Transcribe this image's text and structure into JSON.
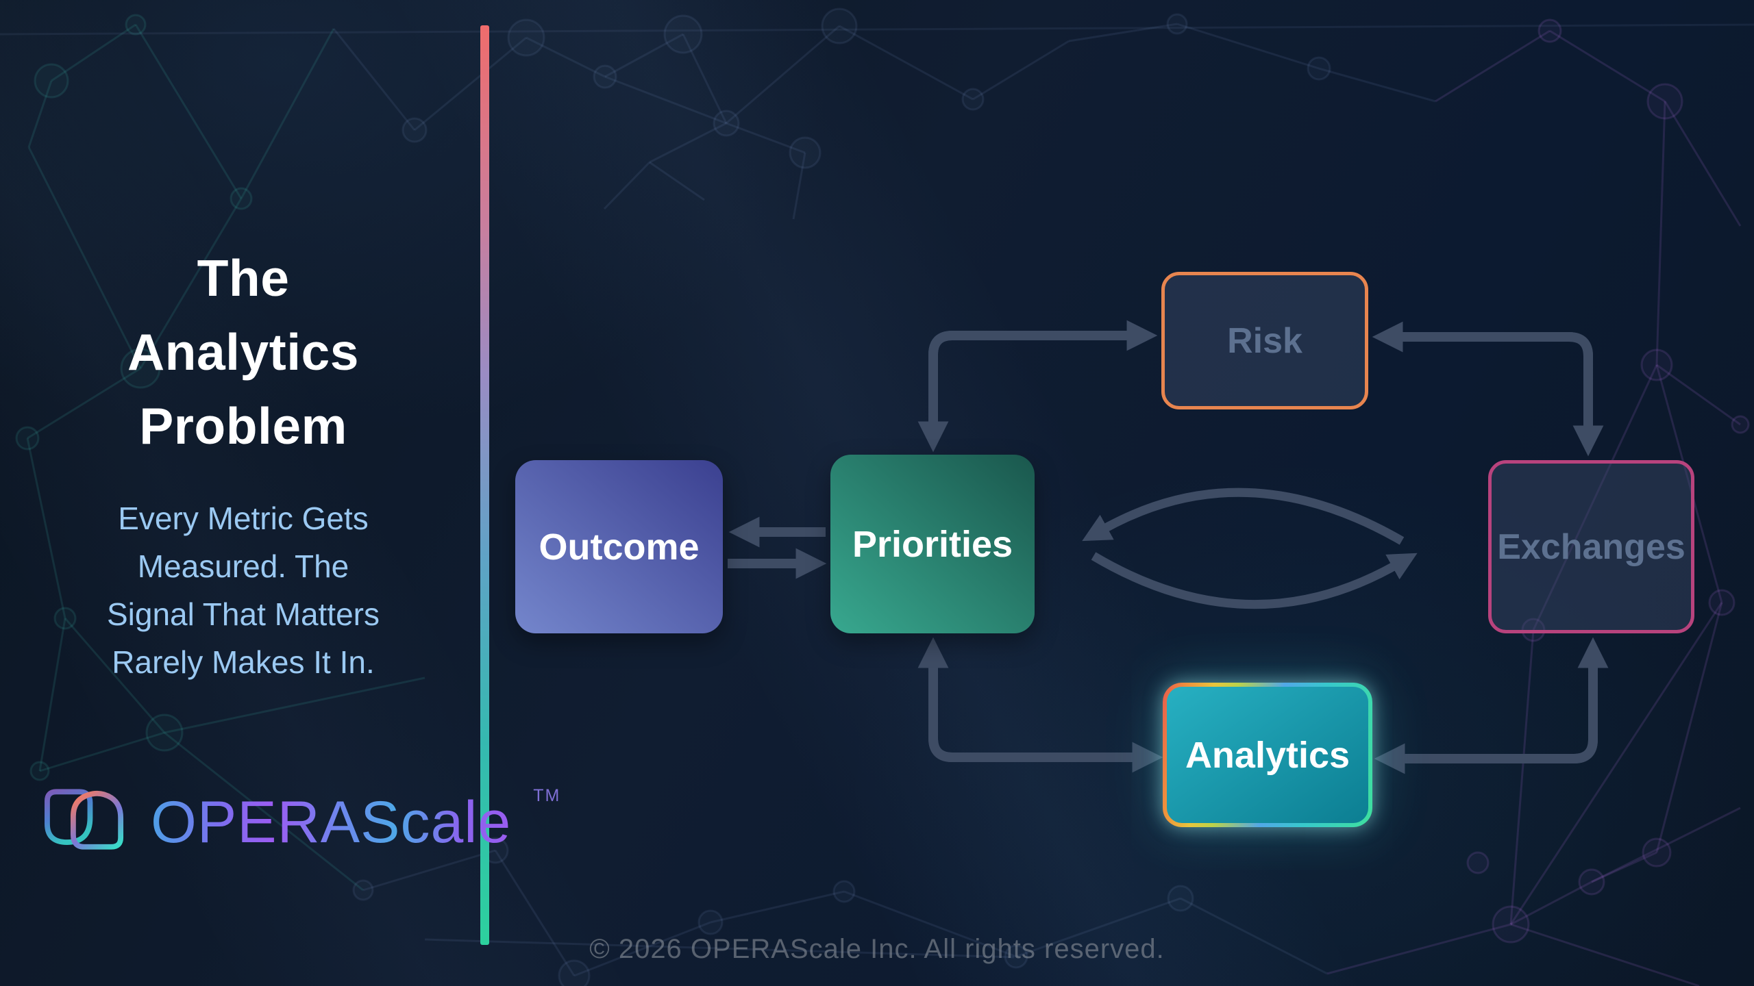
{
  "slide": {
    "panel": {
      "title_lines": [
        "The",
        "Analytics",
        "Problem"
      ],
      "subtitle_lines": [
        "Every Metric Gets",
        "Measured. The",
        "Signal That Matters",
        "Rarely Makes It In."
      ]
    },
    "brand": {
      "wordmark": "OPERAScale",
      "tm": "TM",
      "logo_icon": "interlocking-leaf-rings"
    },
    "footer_text": "© 2026 OPERAScale Inc. All rights reserved."
  },
  "diagram": {
    "nodes": [
      {
        "id": "outcome",
        "label": "Outcome",
        "fill": "indigo-gradient",
        "text_color": "#ffffff"
      },
      {
        "id": "priorities",
        "label": "Priorities",
        "fill": "teal-green-gradient",
        "text_color": "#ffffff"
      },
      {
        "id": "risk",
        "label": "Risk",
        "fill": "dark-slate",
        "border": "#e8854f",
        "text_color": "#5d7190"
      },
      {
        "id": "exchanges",
        "label": "Exchanges",
        "fill": "dark-slate",
        "border": "#b8437d",
        "text_color": "#5d7190"
      },
      {
        "id": "analytics",
        "label": "Analytics",
        "fill": "cyan-gradient",
        "border": "rainbow-gradient",
        "text_color": "#ffffff",
        "glow": true
      }
    ],
    "edges": [
      {
        "from": "priorities",
        "to": "outcome",
        "type": "straight-arrow"
      },
      {
        "from": "outcome",
        "to": "priorities",
        "type": "straight-arrow"
      },
      {
        "from": "priorities",
        "to": "risk",
        "type": "elbow-double-headed"
      },
      {
        "from": "risk",
        "to": "exchanges",
        "type": "elbow-double-headed"
      },
      {
        "from": "priorities",
        "to": "exchanges",
        "type": "cycle-ellipse-arrows"
      },
      {
        "from": "priorities",
        "to": "analytics",
        "type": "elbow-double-headed"
      },
      {
        "from": "analytics",
        "to": "exchanges",
        "type": "elbow-double-headed"
      }
    ],
    "arrow_color": "#3e4c64"
  },
  "colors": {
    "background": "#0d1828",
    "divider_gradient": [
      "#ef6c6c",
      "#9a8cc4",
      "#5fa3c6",
      "#2dd19e"
    ],
    "title": "#ffffff",
    "subtitle": "#9bc9f2",
    "footer": "#969aa3",
    "network_teal": "#3fb3a5",
    "network_slate": "#7c96c4",
    "network_purple": "#9a63c9"
  }
}
